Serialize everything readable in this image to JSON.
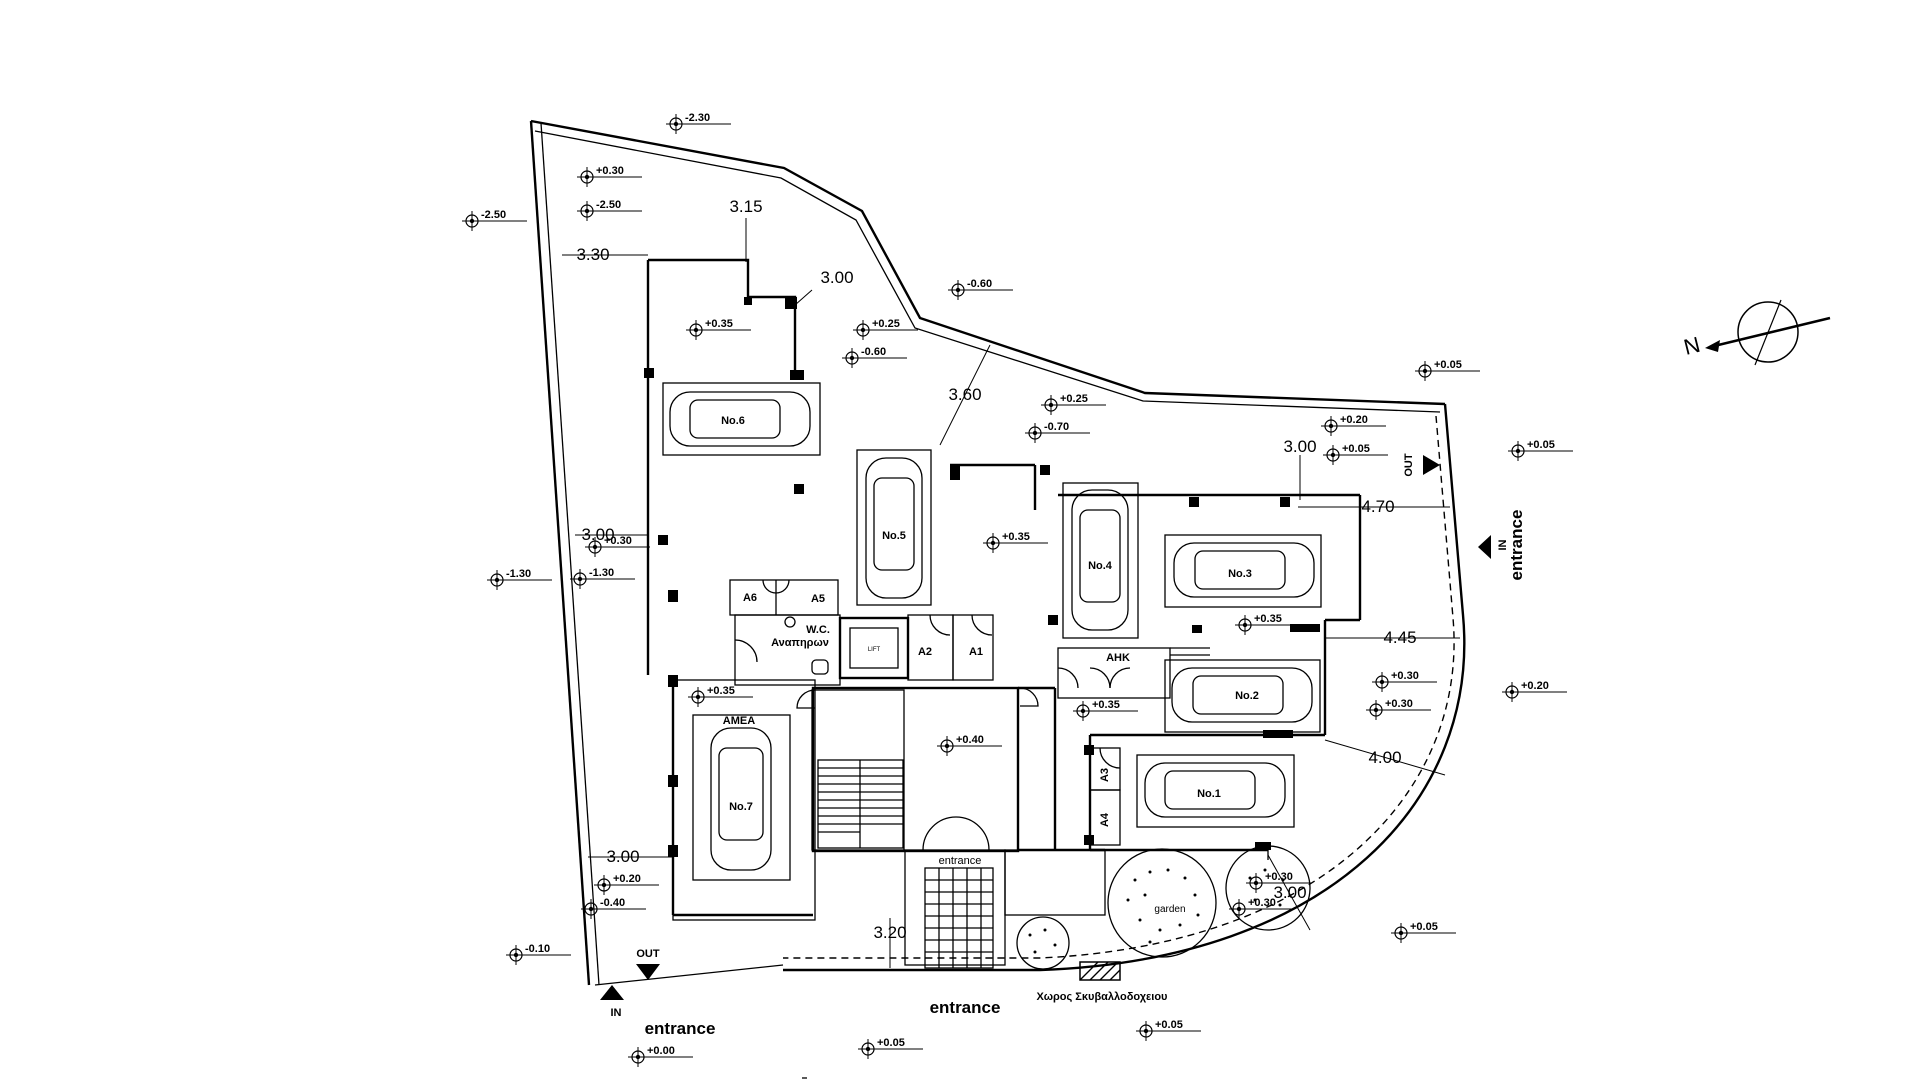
{
  "plan": {
    "entrances": {
      "main_bottom": "entrance",
      "bottom_left": "entrance",
      "right": "entrance",
      "lobby": "entrance"
    },
    "flow": {
      "in": "IN",
      "out": "OUT"
    },
    "parking_spaces": [
      "No.1",
      "No.2",
      "No.3",
      "No.4",
      "No.5",
      "No.6",
      "No.7"
    ],
    "accessible_label": "AMEA",
    "rooms": {
      "wc_line1": "W.C.",
      "wc_line2": "Αναπηρων",
      "lift": "LIFT",
      "ahk": "AHK",
      "garden": "garden",
      "refuse": "Χωρος Σκυβαλλοδοχειου",
      "storage": [
        "A1",
        "A2",
        "A3",
        "A4",
        "A5",
        "A6"
      ]
    },
    "dimensions": [
      "3.15",
      "3.30",
      "3.00",
      "3.60",
      "3.00",
      "4.70",
      "3.00",
      "4.45",
      "4.00",
      "3.00",
      "3.00",
      "3.20"
    ],
    "levels": [
      "-2.30",
      "+0.30",
      "-2.50",
      "-2.50",
      "-0.60",
      "+0.35",
      "+0.25",
      "-0.60",
      "+0.25",
      "-0.70",
      "+0.05",
      "+0.20",
      "+0.05",
      "+0.05",
      "+0.35",
      "+0.35",
      "+0.30",
      "-1.30",
      "-1.30",
      "+0.35",
      "+0.40",
      "+0.35",
      "+0.30",
      "+0.30",
      "+0.20",
      "+0.20",
      "-0.40",
      "-0.10",
      "+0.30",
      "+0.30",
      "+0.05",
      "+0.00",
      "+0.05",
      "+0.05"
    ],
    "north_label": "N"
  }
}
